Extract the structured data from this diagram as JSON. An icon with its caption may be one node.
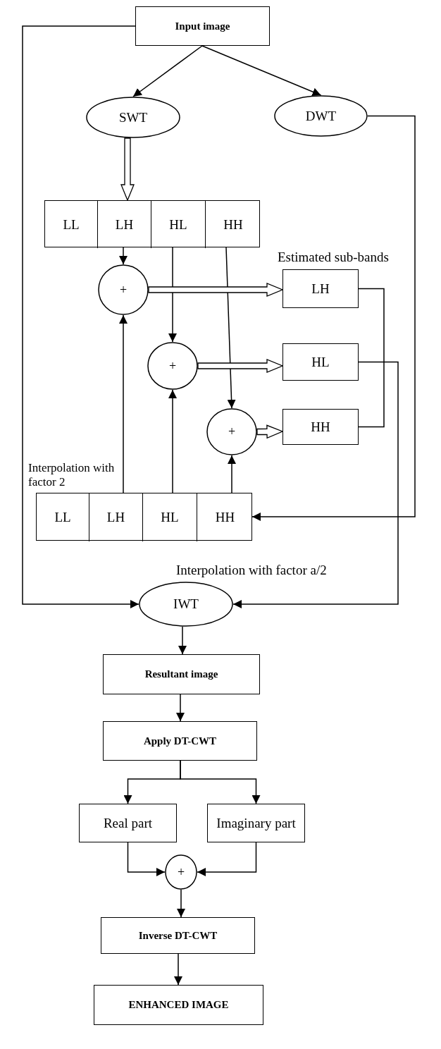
{
  "diagram": {
    "nodes": [
      {
        "text": [
          "Input image"
        ]
      },
      {
        "text": [
          "SWT"
        ]
      },
      {
        "text": [
          "DWT"
        ]
      },
      {
        "text": [],
        "shape": "box"
      },
      {
        "text": [
          "LL"
        ],
        "in": 3
      },
      {
        "text": [
          "LH"
        ],
        "in": 3
      },
      {
        "text": [
          "HL"
        ],
        "in": 3
      },
      {
        "text": [
          "HH"
        ],
        "in": 3
      },
      {
        "text": [
          "+"
        ]
      },
      {
        "text": [
          "LH"
        ]
      },
      {
        "text": [
          "+"
        ]
      },
      {
        "text": [
          "HL"
        ]
      },
      {
        "text": [
          "+"
        ]
      },
      {
        "text": [
          "HH"
        ]
      },
      {
        "text": [],
        "shape": "box",
        "beside": [
          "Interpolation with factor 2"
        ]
      },
      {
        "text": [
          "LL"
        ],
        "in": 14
      },
      {
        "text": [
          "LH"
        ],
        "in": 14
      },
      {
        "text": [
          "HL"
        ],
        "in": 14
      },
      {
        "text": [
          "HH"
        ],
        "in": 14
      },
      {
        "text": [
          "IWT"
        ]
      },
      {
        "text": [
          "Resultant image"
        ]
      },
      {
        "text": [
          "Apply DT-CWT"
        ]
      },
      {
        "text": [
          "Real part"
        ]
      },
      {
        "text": [
          "Imaginary part"
        ]
      },
      {
        "text": [
          "+"
        ]
      },
      {
        "text": [
          "Inverse DT-CWT"
        ]
      },
      {
        "text": [
          "ENHANCED IMAGE"
        ]
      }
    ],
    "edges": [
      {
        "from": 0,
        "to": 1,
        "arrow": "to"
      },
      {
        "from": 0,
        "to": 2,
        "arrow": "to"
      },
      {
        "from": 1,
        "to": 5,
        "arrow": "to",
        "style": "thick"
      },
      {
        "from": 5,
        "to": 8,
        "arrow": "to"
      },
      {
        "from": 6,
        "to": 10,
        "arrow": "to"
      },
      {
        "from": 7,
        "to": 12,
        "arrow": "to"
      },
      {
        "from": 8,
        "to": 9,
        "arrow": "to",
        "style": "thick"
      },
      {
        "from": 10,
        "to": 11,
        "arrow": "to",
        "style": "thick"
      },
      {
        "from": 12,
        "to": 13,
        "arrow": "to",
        "style": "thick"
      },
      {
        "from": 16,
        "to": 8,
        "arrow": "to"
      },
      {
        "from": 17,
        "to": 10,
        "arrow": "to"
      },
      {
        "from": 18,
        "to": 12,
        "arrow": "to"
      },
      {
        "from": 2,
        "to": 14,
        "arrow": "to"
      },
      {
        "from": 0,
        "to": 19,
        "arrow": "to"
      },
      {
        "from": 11,
        "to": 19,
        "arrow": "to"
      },
      {
        "from": 9,
        "to": 13,
        "arrow": "none"
      },
      {
        "from": 19,
        "to": 20,
        "arrow": "to"
      },
      {
        "from": 20,
        "to": 21,
        "arrow": "to"
      },
      {
        "from": 21,
        "to": 22,
        "arrow": "to"
      },
      {
        "from": 21,
        "to": 23,
        "arrow": "to"
      },
      {
        "from": 22,
        "to": 24,
        "arrow": "to"
      },
      {
        "from": 23,
        "to": 24,
        "arrow": "to"
      },
      {
        "from": 24,
        "to": 25,
        "arrow": "to"
      },
      {
        "from": 25,
        "to": 26,
        "arrow": "to"
      }
    ],
    "labels": [
      "Estimated sub-bands",
      "Interpolation with factor a/2"
    ]
  }
}
